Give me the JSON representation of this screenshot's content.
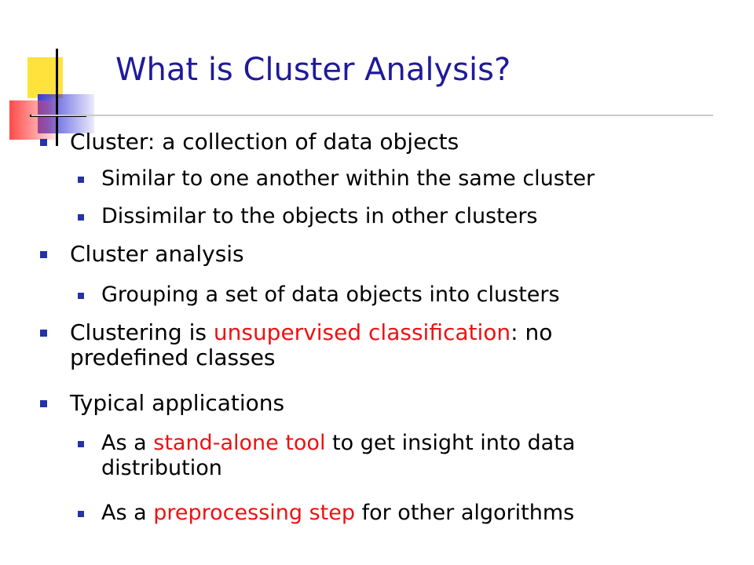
{
  "slide": {
    "title": "What is Cluster Analysis?",
    "bullets": [
      {
        "level": 1,
        "segments": [
          {
            "text": "Cluster: a collection of data objects",
            "emphasis": false
          }
        ]
      },
      {
        "level": 2,
        "segments": [
          {
            "text": "Similar to one another within the same cluster",
            "emphasis": false
          }
        ]
      },
      {
        "level": 2,
        "segments": [
          {
            "text": "Dissimilar to the objects in other clusters",
            "emphasis": false
          }
        ]
      },
      {
        "level": 1,
        "segments": [
          {
            "text": "Cluster analysis",
            "emphasis": false
          }
        ]
      },
      {
        "level": 2,
        "segments": [
          {
            "text": "Grouping a set of data objects into clusters",
            "emphasis": false
          }
        ]
      },
      {
        "level": 1,
        "segments": [
          {
            "text": "Clustering is ",
            "emphasis": false
          },
          {
            "text": "unsupervised classification",
            "emphasis": true
          },
          {
            "text": ": no",
            "emphasis": false
          },
          {
            "text": "\n",
            "emphasis": false
          },
          {
            "text": "predefined classes",
            "emphasis": false
          }
        ]
      },
      {
        "level": 1,
        "segments": [
          {
            "text": "Typical applications",
            "emphasis": false
          }
        ]
      },
      {
        "level": 2,
        "segments": [
          {
            "text": "As a ",
            "emphasis": false
          },
          {
            "text": "stand-alone tool",
            "emphasis": true
          },
          {
            "text": " to get insight into data",
            "emphasis": false
          },
          {
            "text": "\n",
            "emphasis": false
          },
          {
            "text": "distribution",
            "emphasis": false
          }
        ]
      },
      {
        "level": 2,
        "segments": [
          {
            "text": "As a ",
            "emphasis": false
          },
          {
            "text": "preprocessing step",
            "emphasis": true
          },
          {
            "text": " for other algorithms",
            "emphasis": false
          }
        ]
      }
    ]
  },
  "colors": {
    "title": "#1f1a9a",
    "text": "#000000",
    "emphasis": "#ee1111",
    "bullet_marker": "#2433a6",
    "title_rule": "#c8c8c8",
    "logo_yellow": "#ffe23c",
    "logo_blue": "#3a3ad8",
    "logo_red": "#ff4a4a",
    "logo_line": "#000000"
  }
}
